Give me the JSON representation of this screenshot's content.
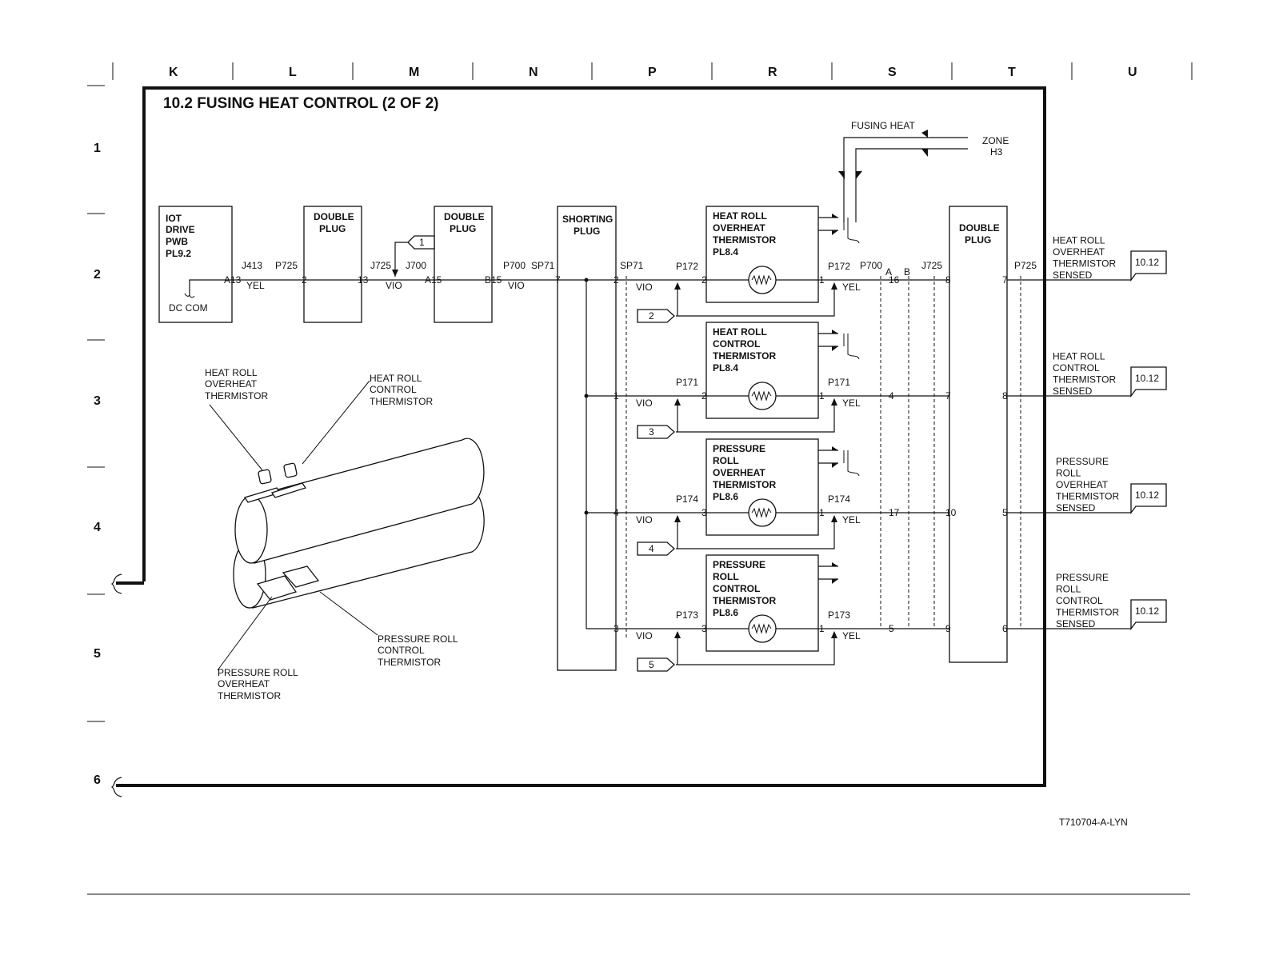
{
  "title": "10.2 FUSING HEAT CONTROL (2 OF 2)",
  "columns": [
    "K",
    "L",
    "M",
    "N",
    "P",
    "R",
    "S",
    "T",
    "U"
  ],
  "rows": [
    "1",
    "2",
    "3",
    "4",
    "5",
    "6"
  ],
  "drawing_id": "T710704-A-LYN",
  "fusing_heat": {
    "label": "FUSING HEAT",
    "zone_line1": "ZONE",
    "zone_line2": "H3"
  },
  "iot": {
    "line1": "IOT",
    "line2": "DRIVE",
    "line3": "PWB",
    "line4": "PL9.2",
    "ground": "DC COM",
    "pin": "A13"
  },
  "double_plug_1": {
    "line1": "DOUBLE",
    "line2": "PLUG",
    "pin_left": "2",
    "pin_right": "13"
  },
  "double_plug_2": {
    "line1": "DOUBLE",
    "line2": "PLUG",
    "pin_left": "A15",
    "pin_right": "B15"
  },
  "shorting_plug": {
    "line1": "SHORTING",
    "line2": "PLUG",
    "pin_in": "7"
  },
  "double_plug_3": {
    "line1": "DOUBLE",
    "line2": "PLUG"
  },
  "input_wire": {
    "conn1": "J413",
    "conn2": "P725",
    "wire1": "YEL",
    "conn3": "J725",
    "conn4": "J700",
    "wire2": "VIO",
    "conn5": "P700",
    "conn6": "SP71",
    "wire3": "VIO",
    "ref": "1"
  },
  "circuits": [
    {
      "id": "hro",
      "sp_pin": "2",
      "sp_label": "SP71",
      "wire_left": "VIO",
      "p_left": "P172",
      "pin_left": "2",
      "name": [
        "HEAT ROLL",
        "OVERHEAT",
        "THERMISTOR",
        "PL8.4"
      ],
      "pin_right": "1",
      "p_right": "P172",
      "wire_right": "YEL",
      "p700_pin": "16",
      "p700_label": "P700",
      "a_label": "A",
      "b_label": "B",
      "j725_label": "J725",
      "dp_left": "8",
      "dp_right": "7",
      "p725_label": "P725",
      "ref": "2",
      "out": [
        "HEAT ROLL",
        "OVERHEAT",
        "THERMISTOR",
        "SENSED"
      ],
      "out_ref": "10.12"
    },
    {
      "id": "hrc",
      "sp_pin": "1",
      "wire_left": "VIO",
      "p_left": "P171",
      "pin_left": "2",
      "name": [
        "HEAT ROLL",
        "CONTROL",
        "THERMISTOR",
        "PL8.4"
      ],
      "pin_right": "1",
      "p_right": "P171",
      "wire_right": "YEL",
      "p700_pin": "4",
      "dp_left": "7",
      "dp_right": "8",
      "ref": "3",
      "out": [
        "HEAT ROLL",
        "CONTROL",
        "THERMISTOR",
        "SENSED"
      ],
      "out_ref": "10.12"
    },
    {
      "id": "pro",
      "sp_pin": "4",
      "wire_left": "VIO",
      "p_left": "P174",
      "pin_left": "3",
      "name": [
        "PRESSURE",
        "ROLL",
        "OVERHEAT",
        "THERMISTOR",
        "PL8.6"
      ],
      "pin_right": "1",
      "p_right": "P174",
      "wire_right": "YEL",
      "p700_pin": "17",
      "dp_left": "10",
      "dp_right": "5",
      "ref": "4",
      "out": [
        "PRESSURE",
        "ROLL",
        "OVERHEAT",
        "THERMISTOR",
        "SENSED"
      ],
      "out_ref": "10.12"
    },
    {
      "id": "prc",
      "sp_pin": "3",
      "wire_left": "VIO",
      "p_left": "P173",
      "pin_left": "3",
      "name": [
        "PRESSURE",
        "ROLL",
        "CONTROL",
        "THERMISTOR",
        "PL8.6"
      ],
      "pin_right": "1",
      "p_right": "P173",
      "wire_right": "YEL",
      "p700_pin": "5",
      "dp_left": "9",
      "dp_right": "6",
      "ref": "5",
      "out": [
        "PRESSURE",
        "ROLL",
        "CONTROL",
        "THERMISTOR",
        "SENSED"
      ],
      "out_ref": "10.12"
    }
  ],
  "illustration": {
    "hro": [
      "HEAT ROLL",
      "OVERHEAT",
      "THERMISTOR"
    ],
    "hrc": [
      "HEAT ROLL",
      "CONTROL",
      "THERMISTOR"
    ],
    "pro": [
      "PRESSURE ROLL",
      "OVERHEAT",
      "THERMISTOR"
    ],
    "prc": [
      "PRESSURE ROLL",
      "CONTROL",
      "THERMISTOR"
    ]
  }
}
